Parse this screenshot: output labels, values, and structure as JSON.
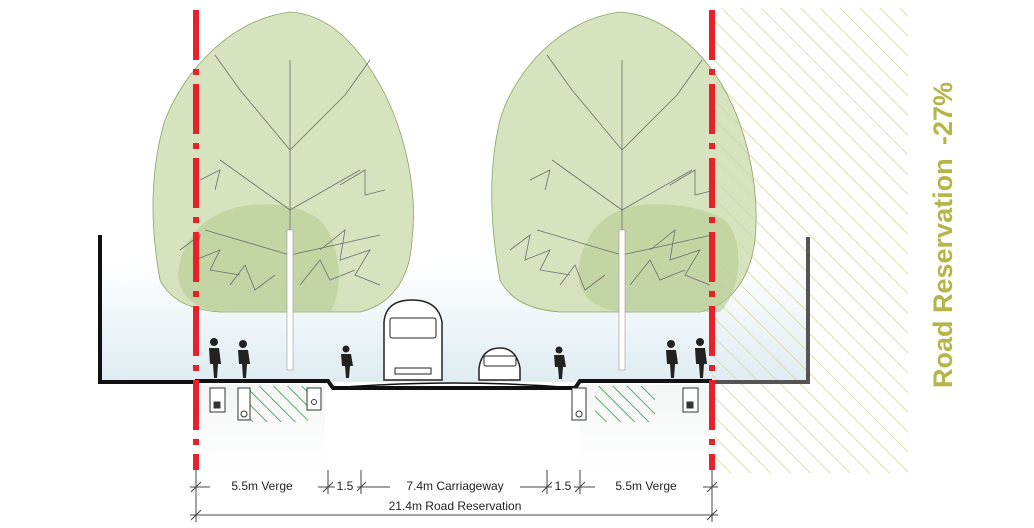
{
  "colors": {
    "reservation_line": "#e8202a",
    "tree_fill": "#c9d9a8",
    "hatch": "#d9d699",
    "verge_hatch": "#2e9a4a",
    "label": "#b5b54a",
    "ground": "#1a1a1a",
    "sky": "#e3eef3"
  },
  "side_label": {
    "title": "Road Reservation",
    "percent": "-27%"
  },
  "dimensions": {
    "verge_left": "5.5m Verge",
    "gap_left": "1.5",
    "carriageway": "7.4m Carriageway",
    "gap_right": "1.5",
    "verge_right": "5.5m Verge",
    "total": "21.4m Road Reservation"
  },
  "icons": {
    "tree": "deciduous-tree-icon",
    "pedestrian": "pedestrian-icon",
    "bus": "bus-icon",
    "car": "car-icon",
    "service_pit": "service-pit-icon"
  }
}
